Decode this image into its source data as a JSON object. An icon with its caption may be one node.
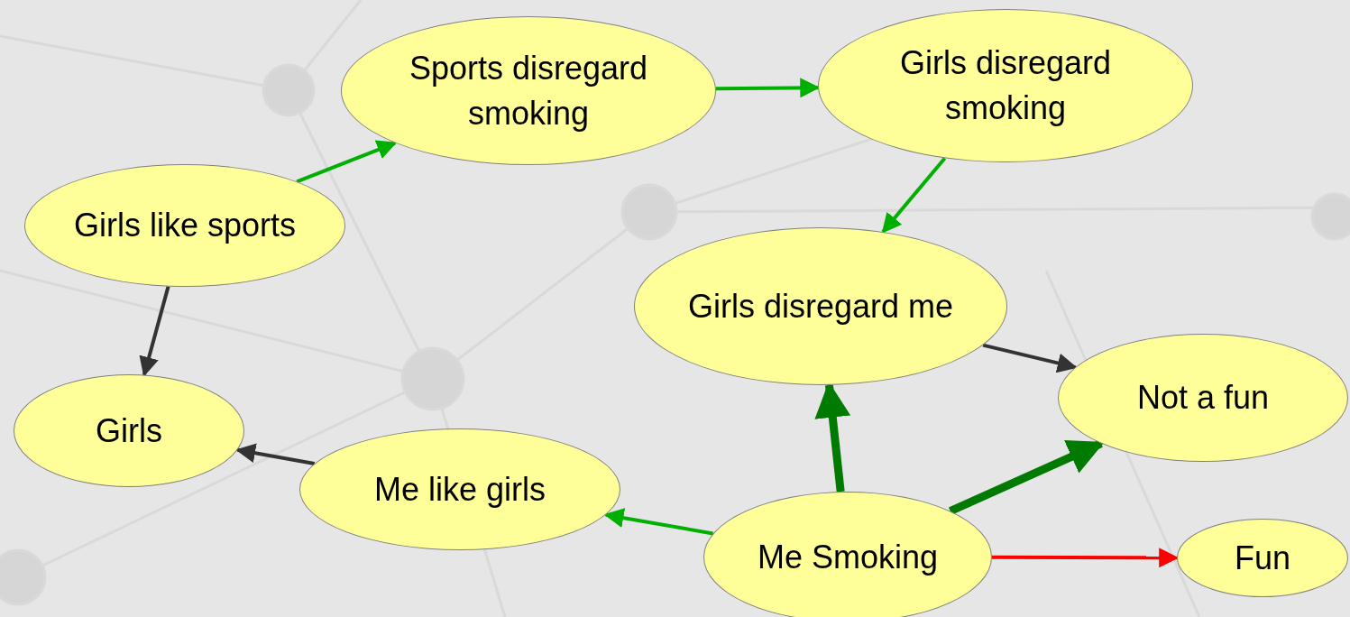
{
  "diagram": {
    "nodes": [
      {
        "text": [
          "Sports disregard smoking"
        ]
      },
      {
        "text": [
          "Girls disregard smoking"
        ]
      },
      {
        "text": [
          "Girls like sports"
        ]
      },
      {
        "text": [
          "Girls disregard me"
        ]
      },
      {
        "text": [
          "Girls"
        ]
      },
      {
        "text": [
          "Not a fun"
        ]
      },
      {
        "text": [
          "Me like girls"
        ]
      },
      {
        "text": [
          "Me Smoking"
        ]
      },
      {
        "text": [
          "Fun"
        ]
      }
    ],
    "edges": [
      {
        "from": 2,
        "to": 0,
        "arrow": "to"
      },
      {
        "from": 0,
        "to": 1,
        "arrow": "to"
      },
      {
        "from": 1,
        "to": 3,
        "arrow": "to"
      },
      {
        "from": 2,
        "to": 4,
        "arrow": "to",
        "color": "#333333"
      },
      {
        "from": 3,
        "to": 5,
        "arrow": "to",
        "color": "#333333"
      },
      {
        "from": 7,
        "to": 3,
        "arrow": "to",
        "style": "thick",
        "color": "#007a00"
      },
      {
        "from": 7,
        "to": 5,
        "arrow": "to",
        "style": "thick",
        "color": "#007a00"
      },
      {
        "from": 7,
        "to": 6,
        "arrow": "to"
      },
      {
        "from": 6,
        "to": 4,
        "arrow": "to",
        "color": "#333333"
      },
      {
        "from": 7,
        "to": 8,
        "arrow": "to",
        "color": "#ff0000"
      }
    ]
  }
}
